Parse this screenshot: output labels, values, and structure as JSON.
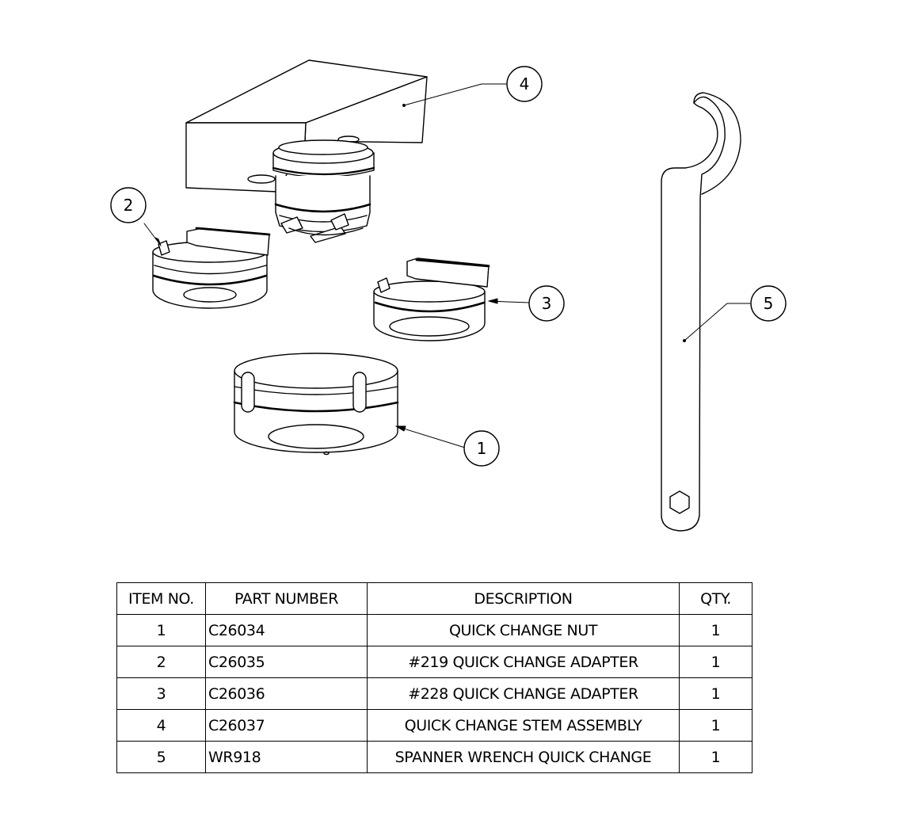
{
  "callouts": {
    "c1": "1",
    "c2": "2",
    "c3": "3",
    "c4": "4",
    "c5": "5"
  },
  "bom": {
    "headers": {
      "item": "ITEM NO.",
      "part": "PART NUMBER",
      "description": "DESCRIPTION",
      "qty": "QTY."
    },
    "rows": [
      {
        "item": "1",
        "part": "C26034",
        "description": "QUICK CHANGE NUT",
        "qty": "1"
      },
      {
        "item": "2",
        "part": "C26035",
        "description": "#219 QUICK CHANGE ADAPTER",
        "qty": "1"
      },
      {
        "item": "3",
        "part": "C26036",
        "description": "#228 QUICK CHANGE ADAPTER",
        "qty": "1"
      },
      {
        "item": "4",
        "part": "C26037",
        "description": "QUICK CHANGE STEM ASSEMBLY",
        "qty": "1"
      },
      {
        "item": "5",
        "part": "WR918",
        "description": "SPANNER WRENCH QUICK CHANGE",
        "qty": "1"
      }
    ]
  }
}
